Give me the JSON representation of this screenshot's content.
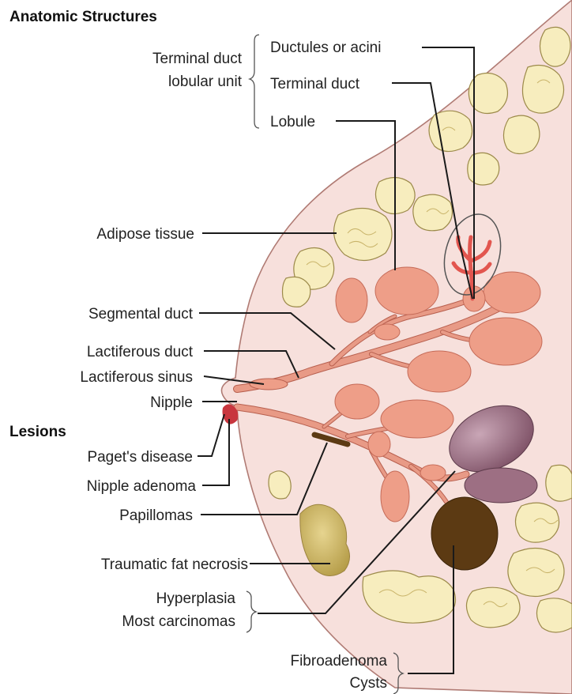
{
  "headings": {
    "anatomic": "Anatomic Structures",
    "lesions": "Lesions"
  },
  "labels": {
    "tdlu_line1": "Terminal duct",
    "tdlu_line2": "lobular unit",
    "ductules": "Ductules or acini",
    "terminal_duct": "Terminal duct",
    "lobule": "Lobule",
    "adipose": "Adipose tissue",
    "segmental": "Segmental duct",
    "lactiferous_duct": "Lactiferous duct",
    "lactiferous_sinus": "Lactiferous sinus",
    "nipple": "Nipple",
    "pagets": "Paget's disease",
    "nipple_adenoma": "Nipple adenoma",
    "papillomas": "Papillomas",
    "fat_necrosis": "Traumatic fat necrosis",
    "hyperplasia": "Hyperplasia",
    "carcinomas": "Most carcinomas",
    "fibroadenoma": "Fibroadenoma",
    "cysts": "Cysts"
  },
  "colors": {
    "skin": "#f7e0dc",
    "skin_outline": "#b07b74",
    "lobule": "#ee9e88",
    "fat": "#f7edbe",
    "cyst": "#9d6f83",
    "fibroadenoma": "#5c3a13",
    "fat_necrosis": "#c9b35c",
    "paget": "#c8363e"
  }
}
